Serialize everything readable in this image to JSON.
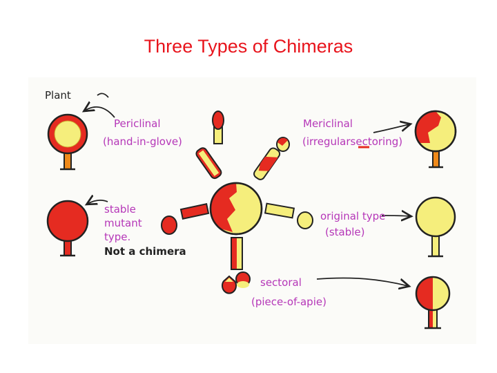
{
  "title": "Three Types of Chimeras",
  "labels": {
    "plant": "Plant",
    "periclinal": "Periclinal",
    "periclinal_note": "(hand-in-glove)",
    "mericlinal": "Mericlinal",
    "mericlinal_note": "(irregularsectoring)",
    "stable_line1": "stable",
    "stable_line2": "mutant",
    "stable_line3": "type.",
    "not_chimera": "Not a chimera",
    "original_line1": "original type",
    "original_line2": "(stable)",
    "sectoral": "sectoral",
    "sectoral_note": "(piece-of-apie)"
  },
  "colors": {
    "title": "#e8141c",
    "label_purple": "#b536b8",
    "mutant_red": "#e52b21",
    "normal_yellow": "#f5ee7c",
    "stem_orange": "#f08a1a",
    "outline": "#222222"
  }
}
